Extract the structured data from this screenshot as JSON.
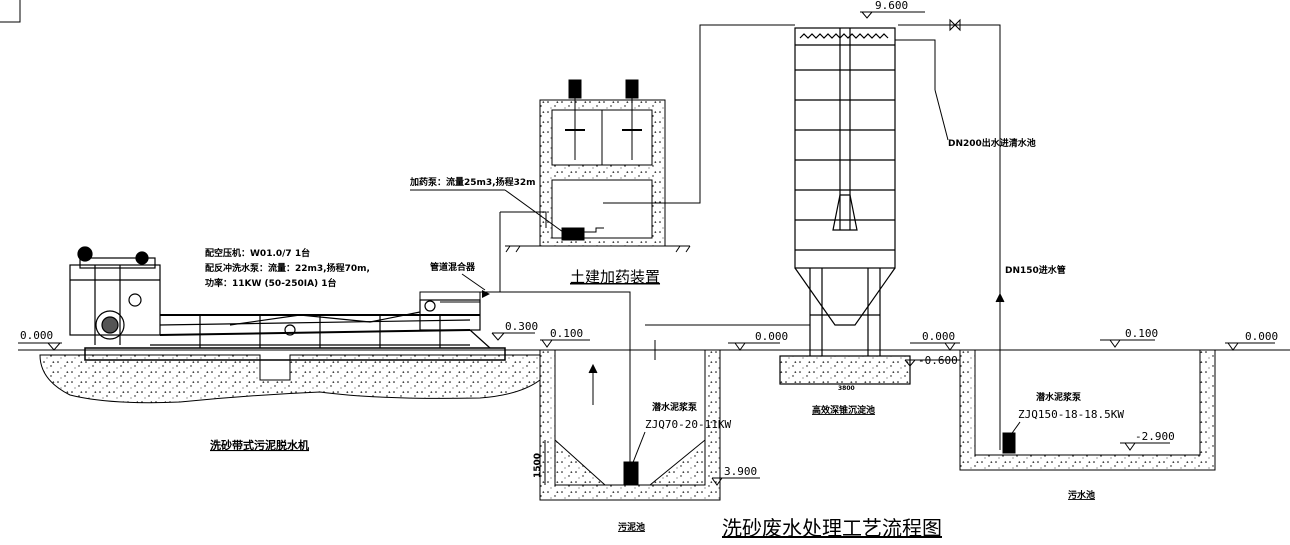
{
  "title": "洗砂废水处理工艺流程图",
  "equipment": {
    "belt_press": {
      "name": "洗砂带式污泥脱水机",
      "spec_1": "配空压机：W01.0/7   1台",
      "spec_2": "配反冲洗水泵：流量：22m3,扬程70m,",
      "spec_3": "功率：11KW (50-250IA) 1台"
    },
    "dosing": {
      "name": "土建加药装置",
      "pump_spec": "加药泵：流量25m3,扬程32m"
    },
    "mixer": {
      "name": "管道混合器"
    },
    "clarifier": {
      "name": "高效深锥沉淀池",
      "outlet": "DN200出水进清水池",
      "inlet": "DN150进水管"
    },
    "sludge_pit": {
      "name": "污泥池",
      "pump_name": "潜水泥浆泵",
      "pump_model": "ZJQ70-20-11KW"
    },
    "sewage_pit": {
      "name": "污水池",
      "pump_name": "潜水泥浆泵",
      "pump_model": "ZJQ150-18-18.5KW"
    }
  },
  "elevations": {
    "press_left": "0.000",
    "press_right": "0.300",
    "sludge_top": "0.100",
    "ground_mid": "0.000",
    "clarifier_top": "9.600",
    "ground_clar": "0.000",
    "clarifier_base": "-0.600",
    "sewage_top": "0.100",
    "ground_right": "0.000",
    "sewage_bottom": "-2.900",
    "sludge_bottom": "3.900",
    "dim_1500": "1500",
    "dim_small": "3800"
  }
}
